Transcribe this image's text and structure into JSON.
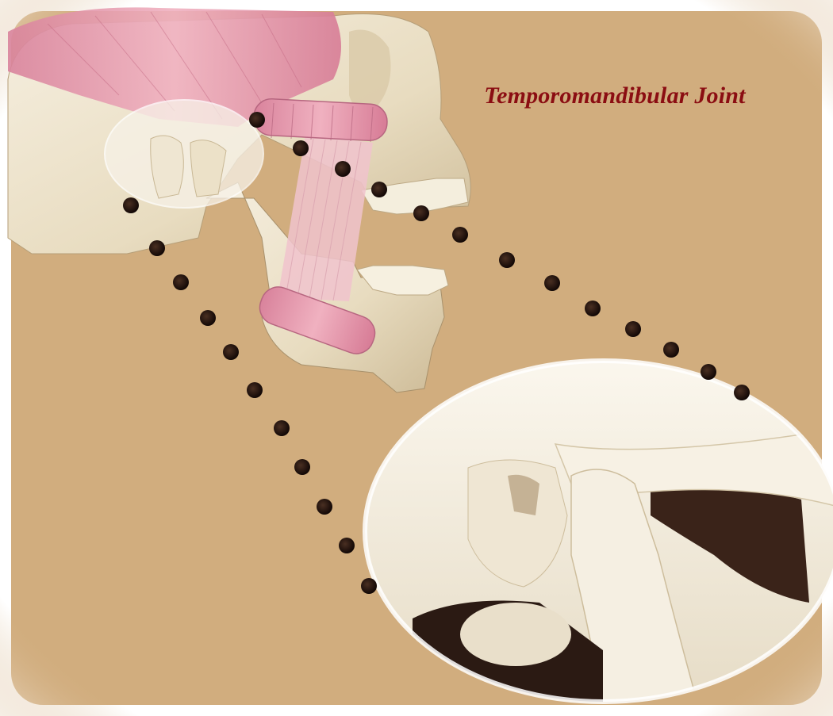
{
  "title": "Temporomandibular Joint",
  "colors": {
    "background": "#d1ad7e",
    "title": "#8b0d12",
    "bone": "#efe7d3",
    "muscle": "#e28da6",
    "connector_dots": "#2a1710"
  },
  "illustration": {
    "subject": "skull-with-masseter-muscle",
    "inset": "tmj-closeup",
    "connector_lines": 2
  }
}
